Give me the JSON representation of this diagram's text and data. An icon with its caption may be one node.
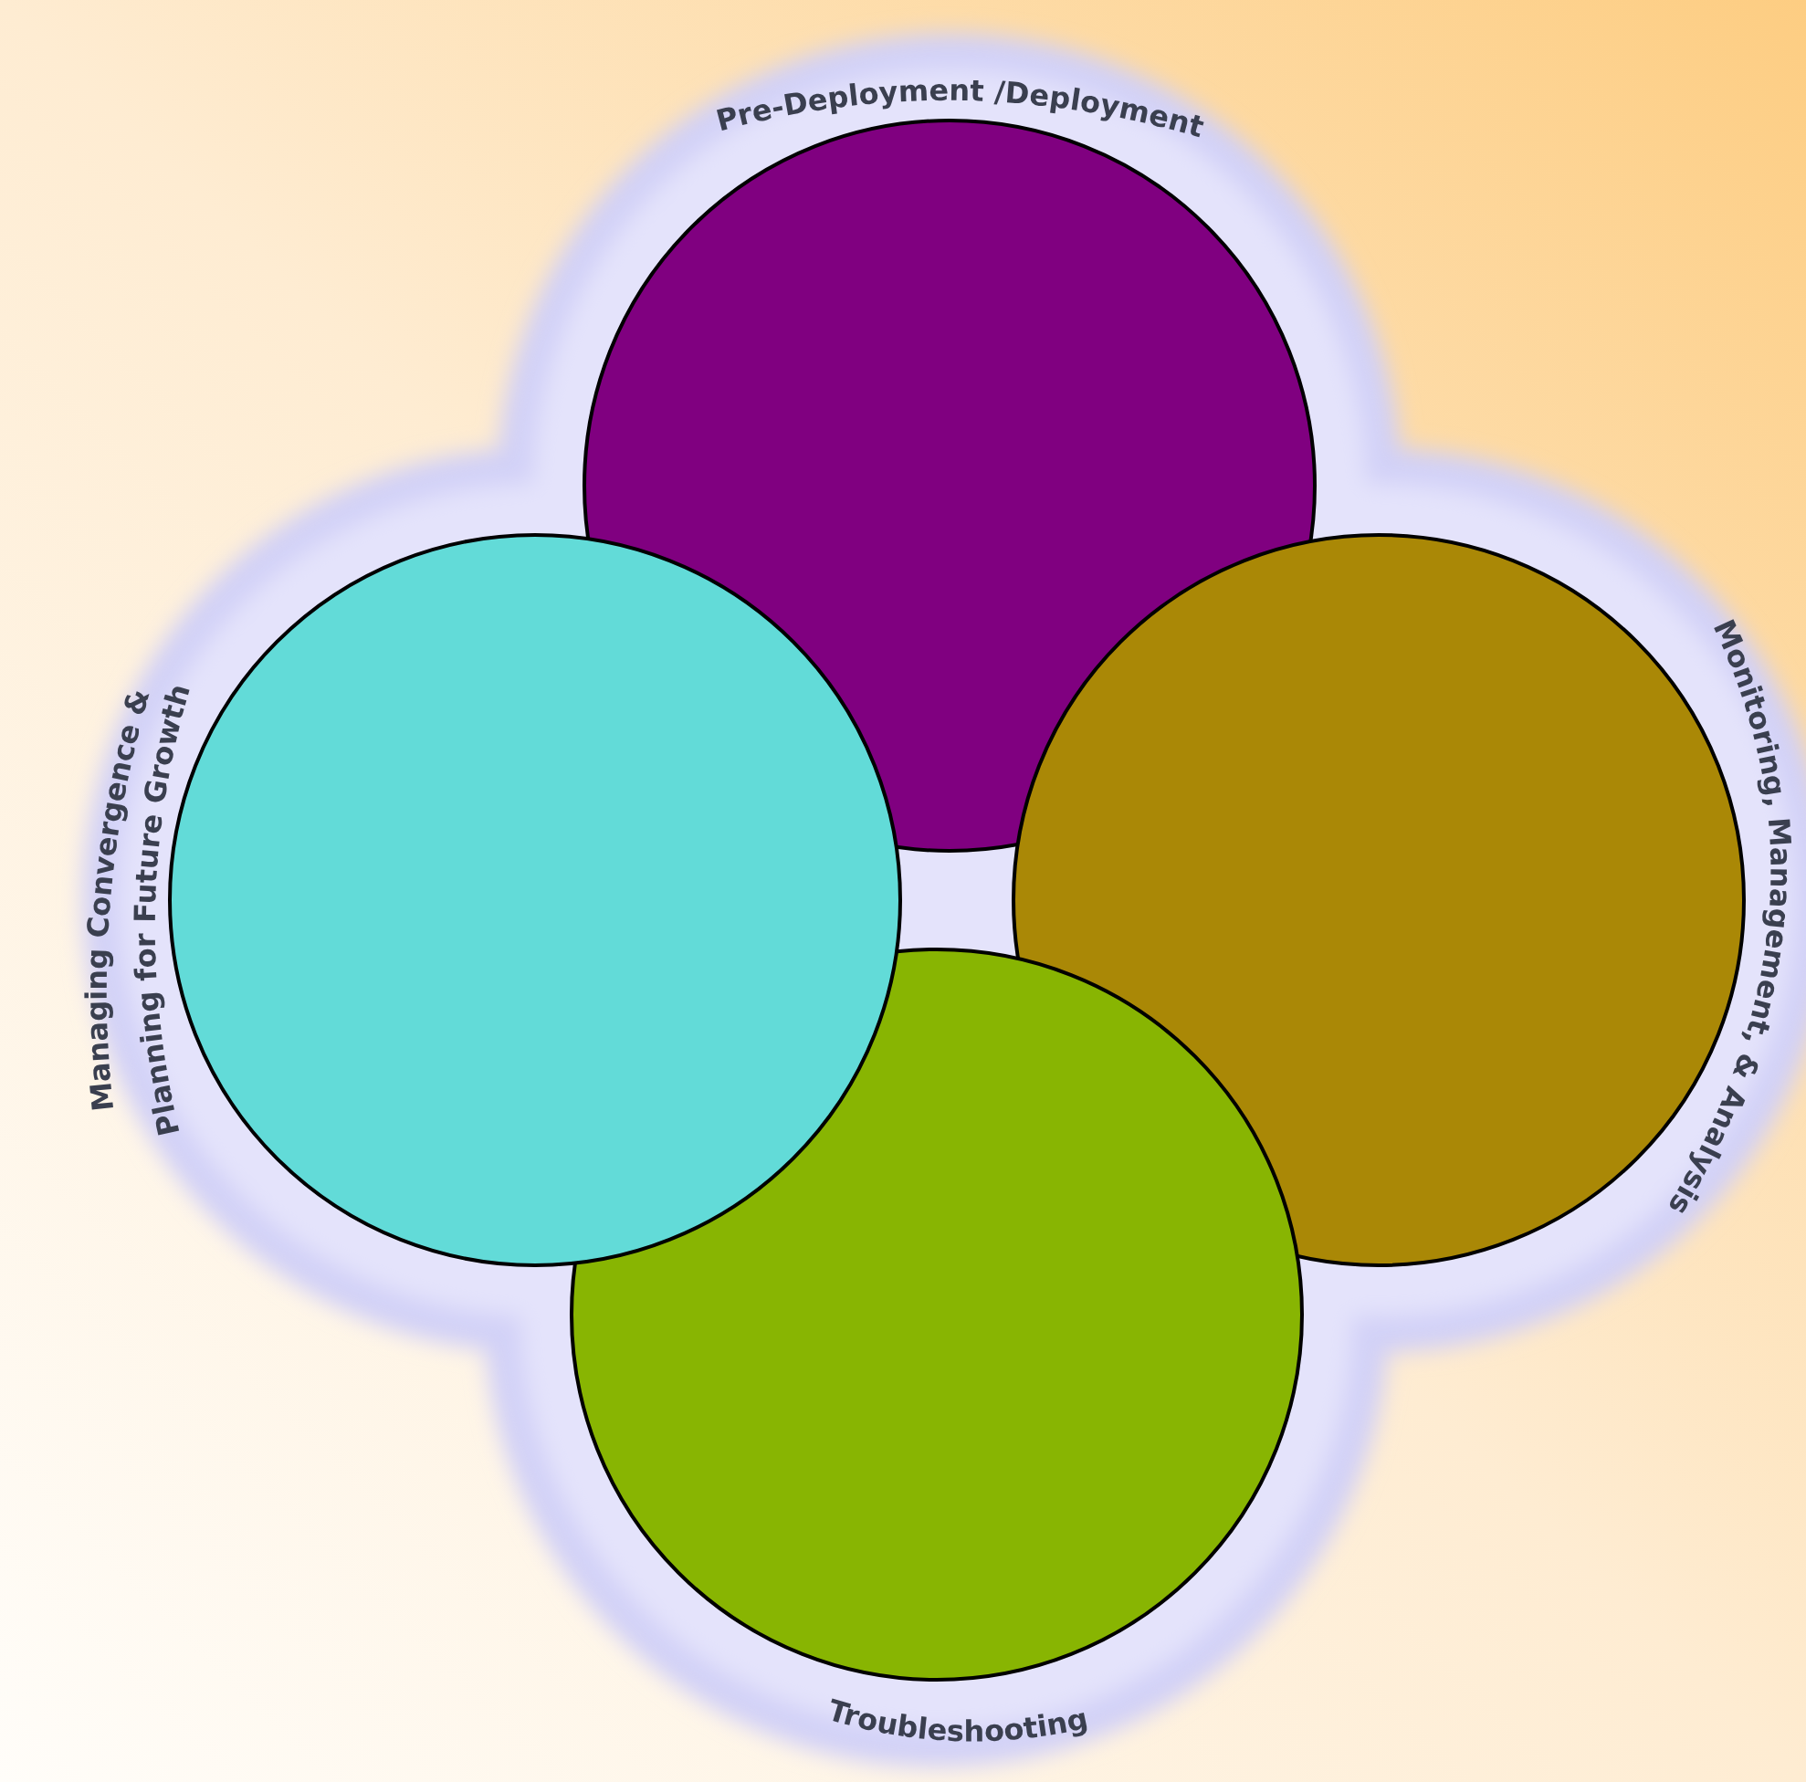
{
  "diagram": {
    "nodes": [
      {
        "text": [
          "Pre-Deployment /Deployment"
        ]
      },
      {
        "text": [
          "Monitoring, Management, & Analysis"
        ]
      },
      {
        "text": [
          "Troubleshooting"
        ]
      },
      {
        "text": [
          "Managing Convergence & Planning for Future Growth"
        ]
      }
    ]
  }
}
